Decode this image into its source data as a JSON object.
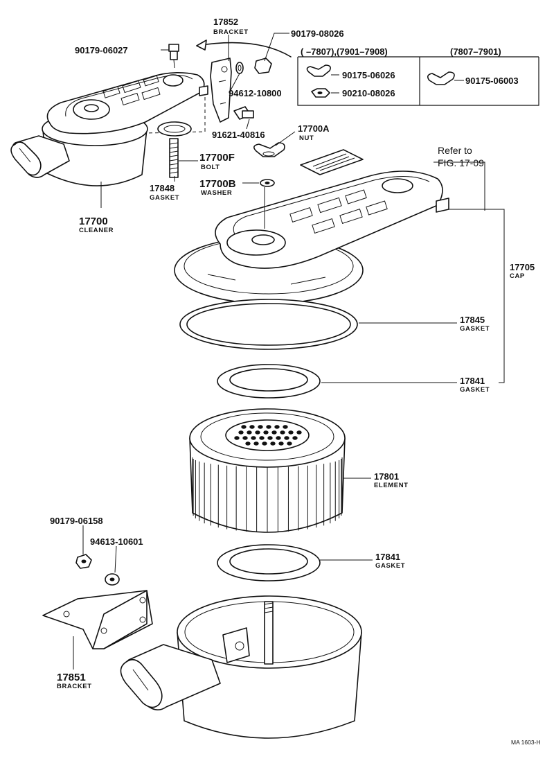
{
  "labels": {
    "p17852": {
      "num": "17852",
      "name": "BRACKET"
    },
    "p90179_08026": {
      "num": "90179-08026"
    },
    "p90179_06027": {
      "num": "90179-06027"
    },
    "p94612": {
      "num": "94612-10800"
    },
    "p91621": {
      "num": "91621-40816"
    },
    "p17700A": {
      "num": "17700A",
      "name": "NUT"
    },
    "p17700F": {
      "num": "17700F",
      "name": "BOLT"
    },
    "p17848": {
      "num": "17848",
      "name": "GASKET"
    },
    "p17700B": {
      "num": "17700B",
      "name": "WASHER"
    },
    "p17700": {
      "num": "17700",
      "name": "CLEANER"
    },
    "p17705": {
      "num": "17705",
      "name": "CAP"
    },
    "p17845": {
      "num": "17845",
      "name": "GASKET"
    },
    "p17841a": {
      "num": "17841",
      "name": "GASKET"
    },
    "p17801": {
      "num": "17801",
      "name": "ELEMENT"
    },
    "p17841b": {
      "num": "17841",
      "name": "GASKET"
    },
    "p90179_06158": {
      "num": "90179-06158"
    },
    "p94613": {
      "num": "94613-10601"
    },
    "p17851": {
      "num": "17851",
      "name": "BRACKET"
    }
  },
  "refer": {
    "line1": "Refer to",
    "line2": "FIG. 17-09"
  },
  "serial_table": {
    "header_left": "(      –7807),(7901–7908)",
    "header_right": "(7807–7901)",
    "left_parts": [
      "90175-06026",
      "90210-08026"
    ],
    "right_parts": [
      "90175-06003"
    ]
  },
  "footer": {
    "code": "MA  1603-H"
  }
}
